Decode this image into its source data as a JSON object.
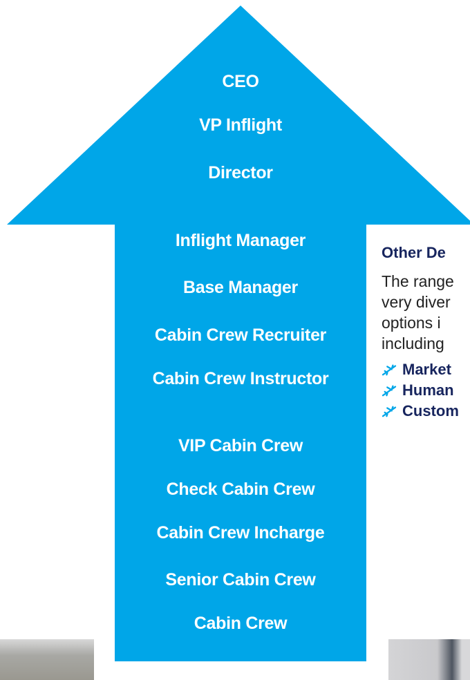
{
  "arrow": {
    "color": "#00a6e8",
    "levels": [
      "CEO",
      "VP Inflight",
      "Director",
      "Inflight Manager",
      "Base Manager",
      "Cabin Crew Recruiter",
      "Cabin Crew Instructor",
      "VIP Cabin Crew",
      "Check Cabin Crew",
      "Cabin Crew Incharge",
      "Senior Cabin Crew",
      "Cabin Crew"
    ]
  },
  "side_panel": {
    "heading": "Other De",
    "body_lines": [
      "The range",
      "very diver",
      "options i",
      "including"
    ],
    "items": [
      "Market",
      "Human",
      "Custom"
    ],
    "item_icon": "airplane-icon",
    "heading_color": "#17255e",
    "icon_color": "#00a6e8"
  }
}
